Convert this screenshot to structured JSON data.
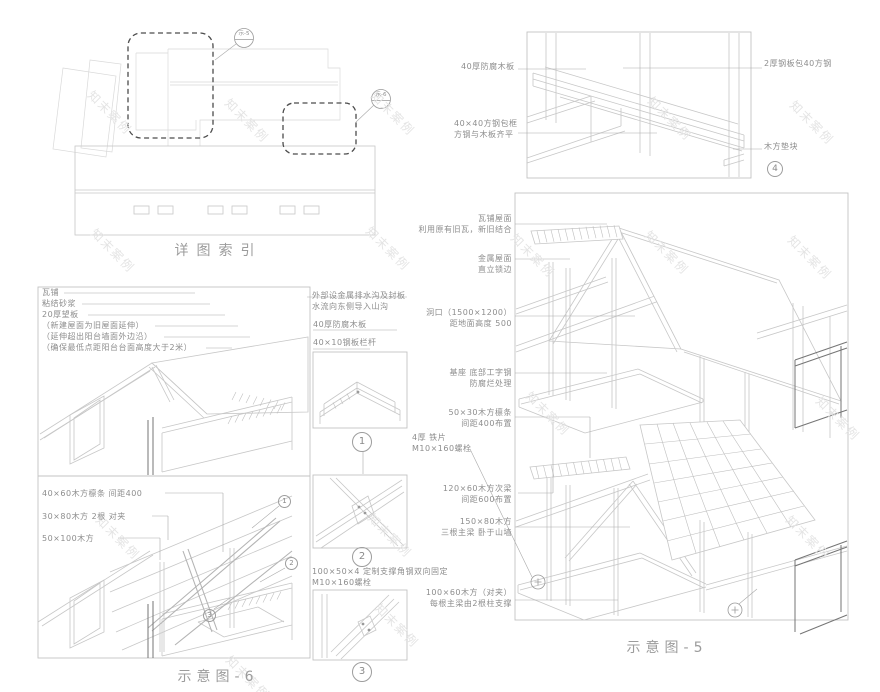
{
  "watermark": {
    "text": "知末案例"
  },
  "plan_index": {
    "caption": "详图索引",
    "callout_5": "示-5",
    "callout_6": "示-6"
  },
  "detail_4": {
    "number": "4",
    "label_wood_board": "40厚防腐木板",
    "label_steel_frame_1": "40×40方钢包框",
    "label_steel_frame_2": "方钢与木板齐平",
    "label_steel_plate": "2厚钢板包40方钢",
    "label_wood_block": "木方垫块"
  },
  "fig5": {
    "caption": "示意图-5",
    "labels": [
      {
        "line1": "瓦铺屋面",
        "line2": "利用原有旧瓦，新旧结合"
      },
      {
        "line1": "金属屋面",
        "line2": "直立锁边"
      },
      {
        "line1": "洞口（1500×1200）",
        "line2": "距地面高度 500"
      },
      {
        "line1": "基座 底部工字钢",
        "line2": "防腐烂处理"
      },
      {
        "line1": "50×30木方檩条",
        "line2": "间距400布置"
      },
      {
        "line1": "120×60木方次梁",
        "line2": "间距600布置"
      },
      {
        "line1": "150×80木方",
        "line2": "三根主梁 卧于山墙"
      },
      {
        "line1": "100×60木方（对夹）",
        "line2": "每根主梁由2根柱支撑"
      }
    ]
  },
  "fig6": {
    "caption": "示意图-6",
    "roof_labels": [
      "瓦铺",
      "粘结砂浆",
      "20厚望板",
      "（新建屋面为旧屋面延伸）",
      "（延伸超出阳台墙面外边沿）",
      "（确保最低点距阳台台面高度大于2米）"
    ],
    "frame_labels": [
      "40×60木方檩条 间距400",
      "30×80木方 2根 对夹",
      "50×100木方"
    ],
    "markers": [
      "1",
      "2",
      "3"
    ]
  },
  "inset_details": {
    "label_gutter_1": "外部设金属排水沟及封板",
    "label_gutter_2": "水流向东侧导入山沟",
    "label_wood_board": "40厚防腐木板",
    "label_railing": "40×10钢板栏杆",
    "label_iron_1": "4厚 铁片",
    "label_iron_2": "M10×160螺栓",
    "label_angle_1": "100×50×4 定制支撑角钢双向固定",
    "label_angle_2": "M10×160螺栓",
    "callouts": [
      "1",
      "2",
      "3"
    ]
  }
}
